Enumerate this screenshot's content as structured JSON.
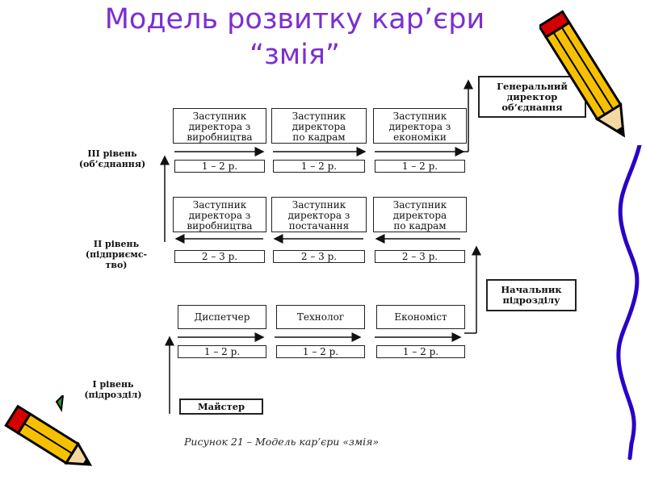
{
  "title": {
    "line1": "Модель розвитку кар’єри",
    "line2": "“змія”"
  },
  "levels": {
    "l3": "ІІІ рівень\n(об’єднання)",
    "l2": "ІІ рівень\n(підприємс-\nтво)",
    "l1": "І рівень\n(підрозділ)"
  },
  "level3": {
    "positions": [
      "Заступник\nдиректора з\nвиробництва",
      "Заступник\nдиректора\nпо кадрам",
      "Заступник\nдиректора з\nекономіки"
    ],
    "durations": [
      "1 – 2 р.",
      "1 – 2 р.",
      "1 – 2 р."
    ]
  },
  "level2": {
    "positions": [
      "Заступник\nдиректора з\nвиробництва",
      "Заступник\nдиректора з\nпостачання",
      "Заступник\nдиректора\nпо кадрам"
    ],
    "durations": [
      "2 – 3 р.",
      "2 – 3 р.",
      "2 – 3 р."
    ]
  },
  "level1": {
    "positions": [
      "Диспетчер",
      "Технолог",
      "Економіст"
    ],
    "durations": [
      "1 – 2 р.",
      "1 – 2 р.",
      "1 – 2 р."
    ]
  },
  "general_director": "Генеральний\nдиректор\nоб’єднання",
  "unit_head": "Начальник\nпідрозділу",
  "master": "Майстер",
  "caption": "Рисунок 21 – Модель кар’єри «змія»",
  "colors": {
    "title": "#7b2fd0",
    "pencil_body": "#f5c000",
    "pencil_tip": "#d40000",
    "snake": "#2a00c8"
  },
  "icons": [
    "pencil-icon-top-right",
    "pencil-icon-bottom-left",
    "squiggle-line-right"
  ]
}
